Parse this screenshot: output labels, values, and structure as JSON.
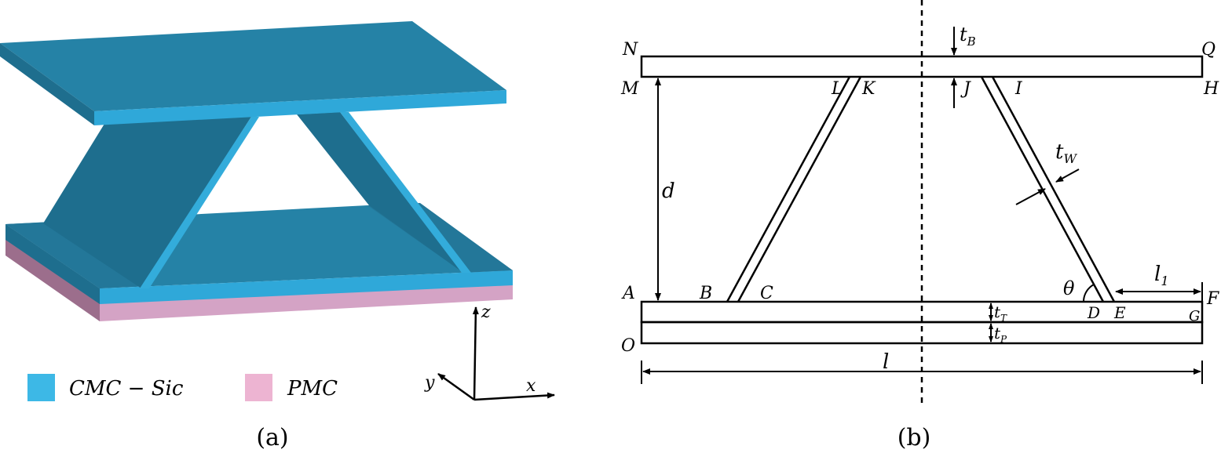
{
  "panel_a": {
    "caption": "(a)",
    "legend": [
      {
        "label": "CMC − Sic",
        "color": "#3DB8E6"
      },
      {
        "label": "PMC",
        "color": "#EDB4D2"
      }
    ],
    "axes": {
      "x": "x",
      "y": "y",
      "z": "z"
    }
  },
  "panel_b": {
    "caption": "(b)",
    "points": {
      "N": "N",
      "Q": "Q",
      "M": "M",
      "H": "H",
      "L": "L",
      "K": "K",
      "J": "J",
      "I": "I",
      "A": "A",
      "B": "B",
      "C": "C",
      "D": "D",
      "E": "E",
      "F": "F",
      "G": "G",
      "O": "O"
    },
    "dims": {
      "tB": {
        "main": "t",
        "sub": "B"
      },
      "tW": {
        "main": "t",
        "sub": "W"
      },
      "tT": {
        "main": "t",
        "sub": "T"
      },
      "tP": {
        "main": "t",
        "sub": "P"
      },
      "l1": {
        "main": "l",
        "sub": "1"
      },
      "d": "d",
      "l": "l",
      "theta": "θ"
    }
  },
  "colors": {
    "cmc_top": "#2582A6",
    "cmc_side": "#2FA8D9",
    "cmc_dark": "#1E6E8E",
    "pmc_top": "#D4A3C5",
    "pmc_side": "#9C6E8C"
  }
}
